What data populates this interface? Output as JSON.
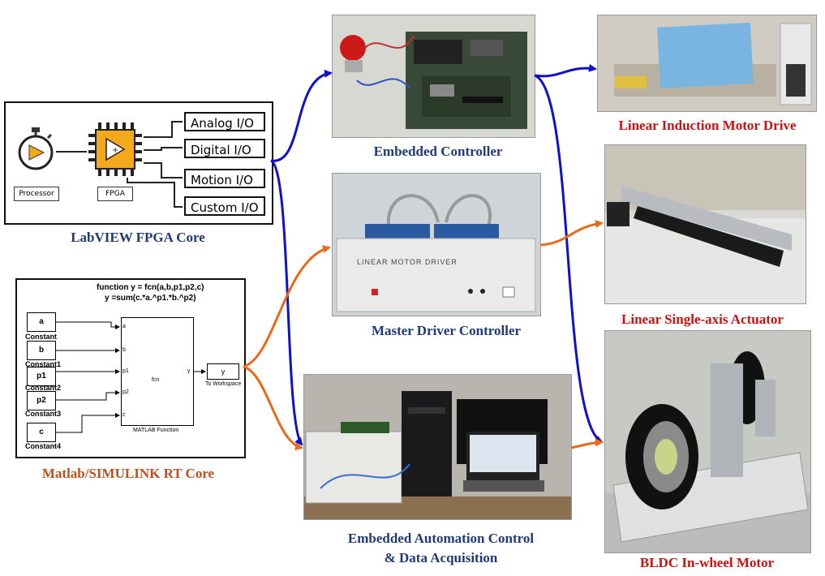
{
  "labview": {
    "caption": "LabVIEW FPGA Core",
    "processor_label": "Processor",
    "fpga_label": "FPGA",
    "io": [
      "Analog I/O",
      "Digital I/O",
      "Motion I/O",
      "Custom I/O"
    ]
  },
  "simulink": {
    "caption": "Matlab/SIMULINK RT Core",
    "function_line1": "function y = fcn(a,b,p1,p2,c)",
    "function_line2": "y =sum(c.*a.^p1.*b.^p2)",
    "constants": [
      {
        "value": "a",
        "name": "Constant"
      },
      {
        "value": "b",
        "name": "Constant1"
      },
      {
        "value": "p1",
        "name": "Constant2"
      },
      {
        "value": "p2",
        "name": "Constant3"
      },
      {
        "value": "c",
        "name": "Constant4"
      }
    ],
    "ports": [
      "a",
      "b",
      "p1",
      "p2",
      "c"
    ],
    "fcn_label": "fcn",
    "output_port": "y",
    "block_caption": "MATLAB Function",
    "workspace_value": "y",
    "workspace_caption": "To Workspace"
  },
  "center": {
    "embedded_controller": "Embedded Controller",
    "master_driver": "Master Driver Controller",
    "panel_text": "LINEAR MOTOR DRIVER",
    "daq_line1": "Embedded Automation Control",
    "daq_line2": "& Data Acquisition"
  },
  "right": {
    "lim_drive": "Linear Induction Motor Drive",
    "actuator": "Linear Single-axis Actuator",
    "bldc": "BLDC In-wheel Motor"
  },
  "colors": {
    "blue_arrow": "#1010cc",
    "orange_arrow": "#e86a1a",
    "caption_navy": "#1f3a7a",
    "caption_red": "#cc1111",
    "caption_orange": "#c0501a"
  }
}
